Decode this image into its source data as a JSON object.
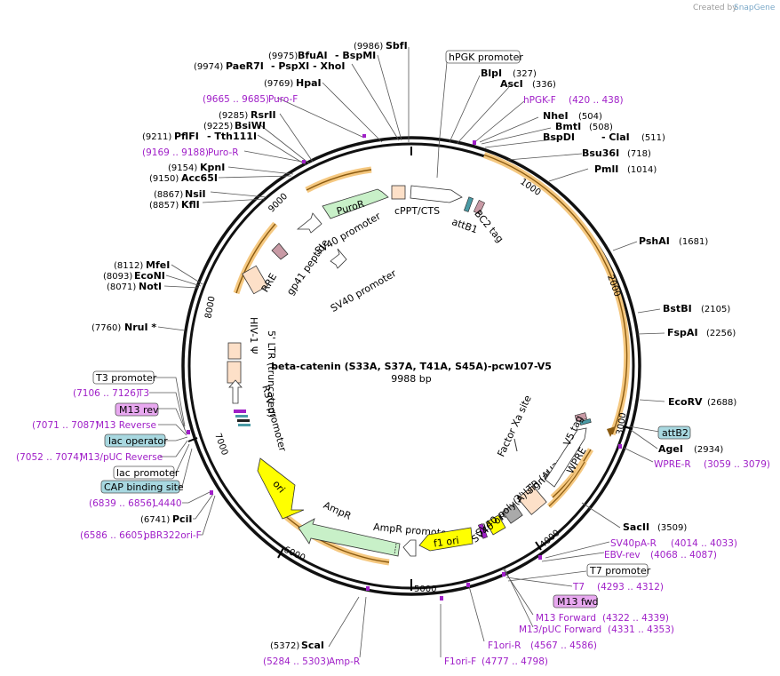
{
  "credit": {
    "prefix": "Created by",
    "brand": "SnapGene"
  },
  "title": "beta-catenin (S33A, S37A, T41A, S45A)-pcw107-V5",
  "size": "9988 bp",
  "ticks": [
    "1000",
    "2000",
    "3000",
    "4000",
    "5000",
    "6000",
    "7000",
    "8000",
    "9000"
  ],
  "sites": {
    "sbfi": {
      "pos": "(9986)",
      "name": "SbfI"
    },
    "bfuai": {
      "pos": "(9975)",
      "name": "BfuAI",
      "extra": "- BspMI"
    },
    "paer7i": {
      "pos": "(9974)",
      "name": "PaeR7I",
      "extra": "- PspXI - XhoI"
    },
    "hpai": {
      "pos": "(9769)",
      "name": "HpaI"
    },
    "rsrii": {
      "pos": "(9285)",
      "name": "RsrII"
    },
    "bsiwi": {
      "pos": "(9225)",
      "name": "BsiWI"
    },
    "pflfi": {
      "pos": "(9211)",
      "name": "PflFI",
      "extra": "- Tth111I"
    },
    "kpni": {
      "pos": "(9154)",
      "name": "KpnI"
    },
    "acc65i": {
      "pos": "(9150)",
      "name": "Acc65I"
    },
    "nsii": {
      "pos": "(8867)",
      "name": "NsiI"
    },
    "kfli": {
      "pos": "(8857)",
      "name": "KflI"
    },
    "mfei": {
      "pos": "(8112)",
      "name": "MfeI"
    },
    "econi": {
      "pos": "(8093)",
      "name": "EcoNI"
    },
    "noti": {
      "pos": "(8071)",
      "name": "NotI"
    },
    "nrui": {
      "pos": "(7760)",
      "name": "NruI *"
    },
    "pcii": {
      "pos": "(6741)",
      "name": "PciI"
    },
    "scai": {
      "pos": "(5372)",
      "name": "ScaI"
    },
    "blpi": {
      "pos": "(327)",
      "name": "BlpI"
    },
    "asci": {
      "pos": "(336)",
      "name": "AscI"
    },
    "nhei": {
      "pos": "(504)",
      "name": "NheI"
    },
    "bmti": {
      "pos": "(508)",
      "name": "BmtI"
    },
    "bspdi": {
      "pos": "(511)",
      "name": "BspDI",
      "extra": "- ClaI"
    },
    "bsu36i": {
      "pos": "(718)",
      "name": "Bsu36I"
    },
    "pmli": {
      "pos": "(1014)",
      "name": "PmlI"
    },
    "pshai": {
      "pos": "(1681)",
      "name": "PshAI"
    },
    "bstbi": {
      "pos": "(2105)",
      "name": "BstBI"
    },
    "fspai": {
      "pos": "(2256)",
      "name": "FspAI"
    },
    "ecorv": {
      "pos": "(2688)",
      "name": "EcoRV"
    },
    "agei": {
      "pos": "(2934)",
      "name": "AgeI"
    },
    "sacii": {
      "pos": "(3509)",
      "name": "SacII"
    }
  },
  "primers": {
    "puro_f": {
      "range": "(9665 .. 9685)",
      "name": "Puro-F"
    },
    "puro_r": {
      "range": "(9169 .. 9188)",
      "name": "Puro-R"
    },
    "t3": {
      "range": "(7106 .. 7126)",
      "name": "T3"
    },
    "m13_reverse": {
      "range": "(7071 .. 7087)",
      "name": "M13 Reverse"
    },
    "m13_puc_reverse": {
      "range": "(7052 .. 7074)",
      "name": "M13/pUC Reverse"
    },
    "l4440": {
      "range": "(6839 .. 6856)",
      "name": "L4440"
    },
    "pbr322ori_f": {
      "range": "(6586 .. 6605)",
      "name": "pBR322ori-F"
    },
    "amp_r": {
      "range": "(5284 .. 5303)",
      "name": "Amp-R"
    },
    "f1ori_f": {
      "range": "(4777 .. 4798)",
      "name": "F1ori-F"
    },
    "f1ori_r": {
      "range": "(4567 .. 4586)",
      "name": "F1ori-R"
    },
    "m13_puc_forward": {
      "range": "(4331 .. 4353)",
      "name": "M13/pUC Forward"
    },
    "m13_forward": {
      "range": "(4322 .. 4339)",
      "name": "M13 Forward"
    },
    "t7": {
      "range": "(4293 .. 4312)",
      "name": "T7"
    },
    "ebv_rev": {
      "range": "(4068 .. 4087)",
      "name": "EBV-rev"
    },
    "sv40pa_r": {
      "range": "(4014 .. 4033)",
      "name": "SV40pA-R"
    },
    "wpre_r": {
      "range": "(3059 .. 3079)",
      "name": "WPRE-R"
    },
    "hpgk_f": {
      "range": "(420 .. 438)",
      "name": "hPGK-F"
    }
  },
  "boxes": {
    "hpgk_promoter": "hPGK promoter",
    "t3_promoter": "T3 promoter",
    "m13_rev": "M13 rev",
    "lac_operator": "lac operator",
    "lac_promoter": "lac promoter",
    "cap_binding_site": "CAP binding site",
    "attb2": "attB2",
    "t7_promoter": "T7 promoter",
    "m13_fwd": "M13 fwd"
  },
  "features": {
    "puror": "PuroR",
    "cppt_cts": "cPPT/CTS",
    "attb1": "attB1",
    "bc2_tag": "BC2 tag",
    "sv40_promoter_a": "SV40 promoter",
    "sv40_promoter_b": "SV40 promoter",
    "gp41_peptide": "gp41 peptide",
    "rre": "RRE",
    "hiv_psi": "HIV-1 Ψ",
    "ltr5": "5' LTR (truncated)",
    "rsv_promoter": "RSV promoter",
    "ori": "ori",
    "ampr": "AmpR",
    "ampr_promoter": "AmpR promoter",
    "f1_ori": "f1 ori",
    "sv40_ori": "SV40 ori",
    "sv40_polya": "SV40 poly(A) signal",
    "ltr3": "3' LTR (ΔU3)",
    "wpre": "WPRE",
    "v5_tag": "V5 tag",
    "factor_xa": "Factor Xa site"
  },
  "colors": {
    "backbone": "#111111",
    "orf": "#f5a623",
    "primer": "#a020c8",
    "puror": "#c8f0c8",
    "ampr": "#c8f0c8",
    "ori": "#ffff00",
    "ltr": "#fde0c8",
    "attb": "#4a9aa5",
    "gp41": "#c89aa5",
    "box_blue": "#a8d8e0",
    "box_purple": "#e8a8f0"
  }
}
